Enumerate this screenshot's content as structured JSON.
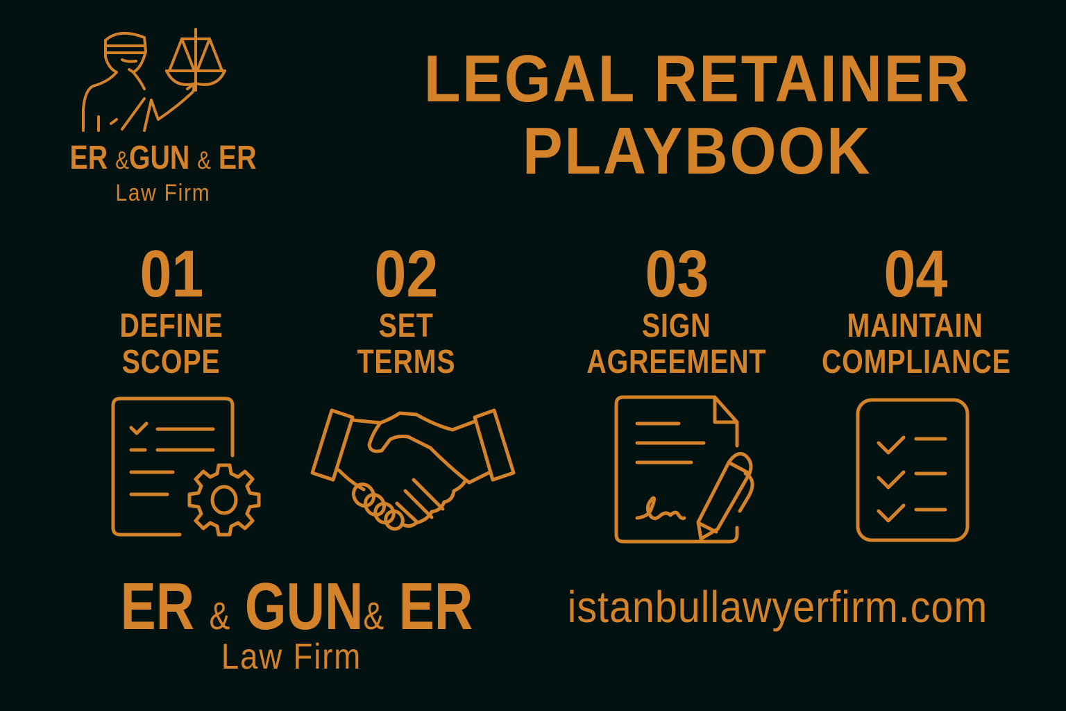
{
  "colors": {
    "background": "#031210",
    "accent": "#D4832A"
  },
  "header": {
    "title_line1": "LEGAL RETAINER",
    "title_line2": "PLAYBOOK"
  },
  "logo": {
    "icon": "lawyer-holding-scales-icon",
    "name_part1": "ER",
    "amp1": "&",
    "name_part2": "GUN",
    "amp2": "&",
    "name_part3": "ER",
    "subtitle": "Law Firm"
  },
  "steps": [
    {
      "number": "01",
      "line1": "DEFINE",
      "line2": "SCOPE",
      "icon": "checklist-gear-icon"
    },
    {
      "number": "02",
      "line1": "SET",
      "line2": "TERMS",
      "icon": "handshake-icon"
    },
    {
      "number": "03",
      "line1": "SIGN",
      "line2": "AGREEMENT",
      "icon": "signed-document-pen-icon"
    },
    {
      "number": "04",
      "line1": "MAINTAIN",
      "line2": "COMPLIANCE",
      "icon": "checklist-icon"
    }
  ],
  "footer": {
    "name_part1": "ER",
    "amp1": "&",
    "name_part2": "GUN",
    "amp2": "&",
    "name_part3": "ER",
    "subtitle": "Law Firm",
    "website": "istanbullawyerfirm.com"
  }
}
